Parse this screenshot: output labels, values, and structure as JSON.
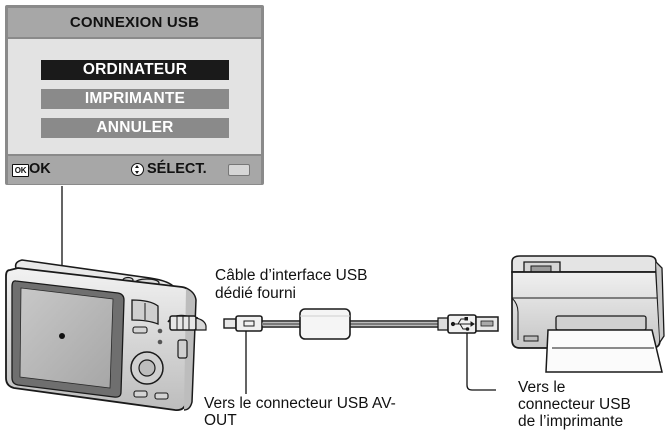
{
  "menu": {
    "title": "CONNEXION USB",
    "items": [
      {
        "label": "ORDINATEUR",
        "selected": true
      },
      {
        "label": "IMPRIMANTE",
        "selected": false
      },
      {
        "label": "ANNULER",
        "selected": false
      }
    ],
    "footer": {
      "ok_icon": "OK",
      "ok_label": "OK",
      "select_label": "SÉLECT."
    }
  },
  "labels": {
    "cable_line1": "Câble d’interface USB",
    "cable_line2": "dédié fourni",
    "camera_port_line1": "Vers le connecteur USB AV-",
    "camera_port_line2": "OUT",
    "printer_port_line1": "Vers le",
    "printer_port_line2": "connecteur USB",
    "printer_port_line3": "de l’imprimante"
  },
  "icons": {
    "ok": "ok-button-icon",
    "select": "dpad-icon",
    "battery": "battery-icon",
    "usb": "usb-symbol-icon"
  },
  "colors": {
    "screen_bg": "#e3e3e3",
    "title_bar": "#a7a7a7",
    "selected_item": "#1a1a1a",
    "normal_item": "#8a8a8a",
    "device_body": "#dcdcdc",
    "outline": "#1a1a1a"
  }
}
